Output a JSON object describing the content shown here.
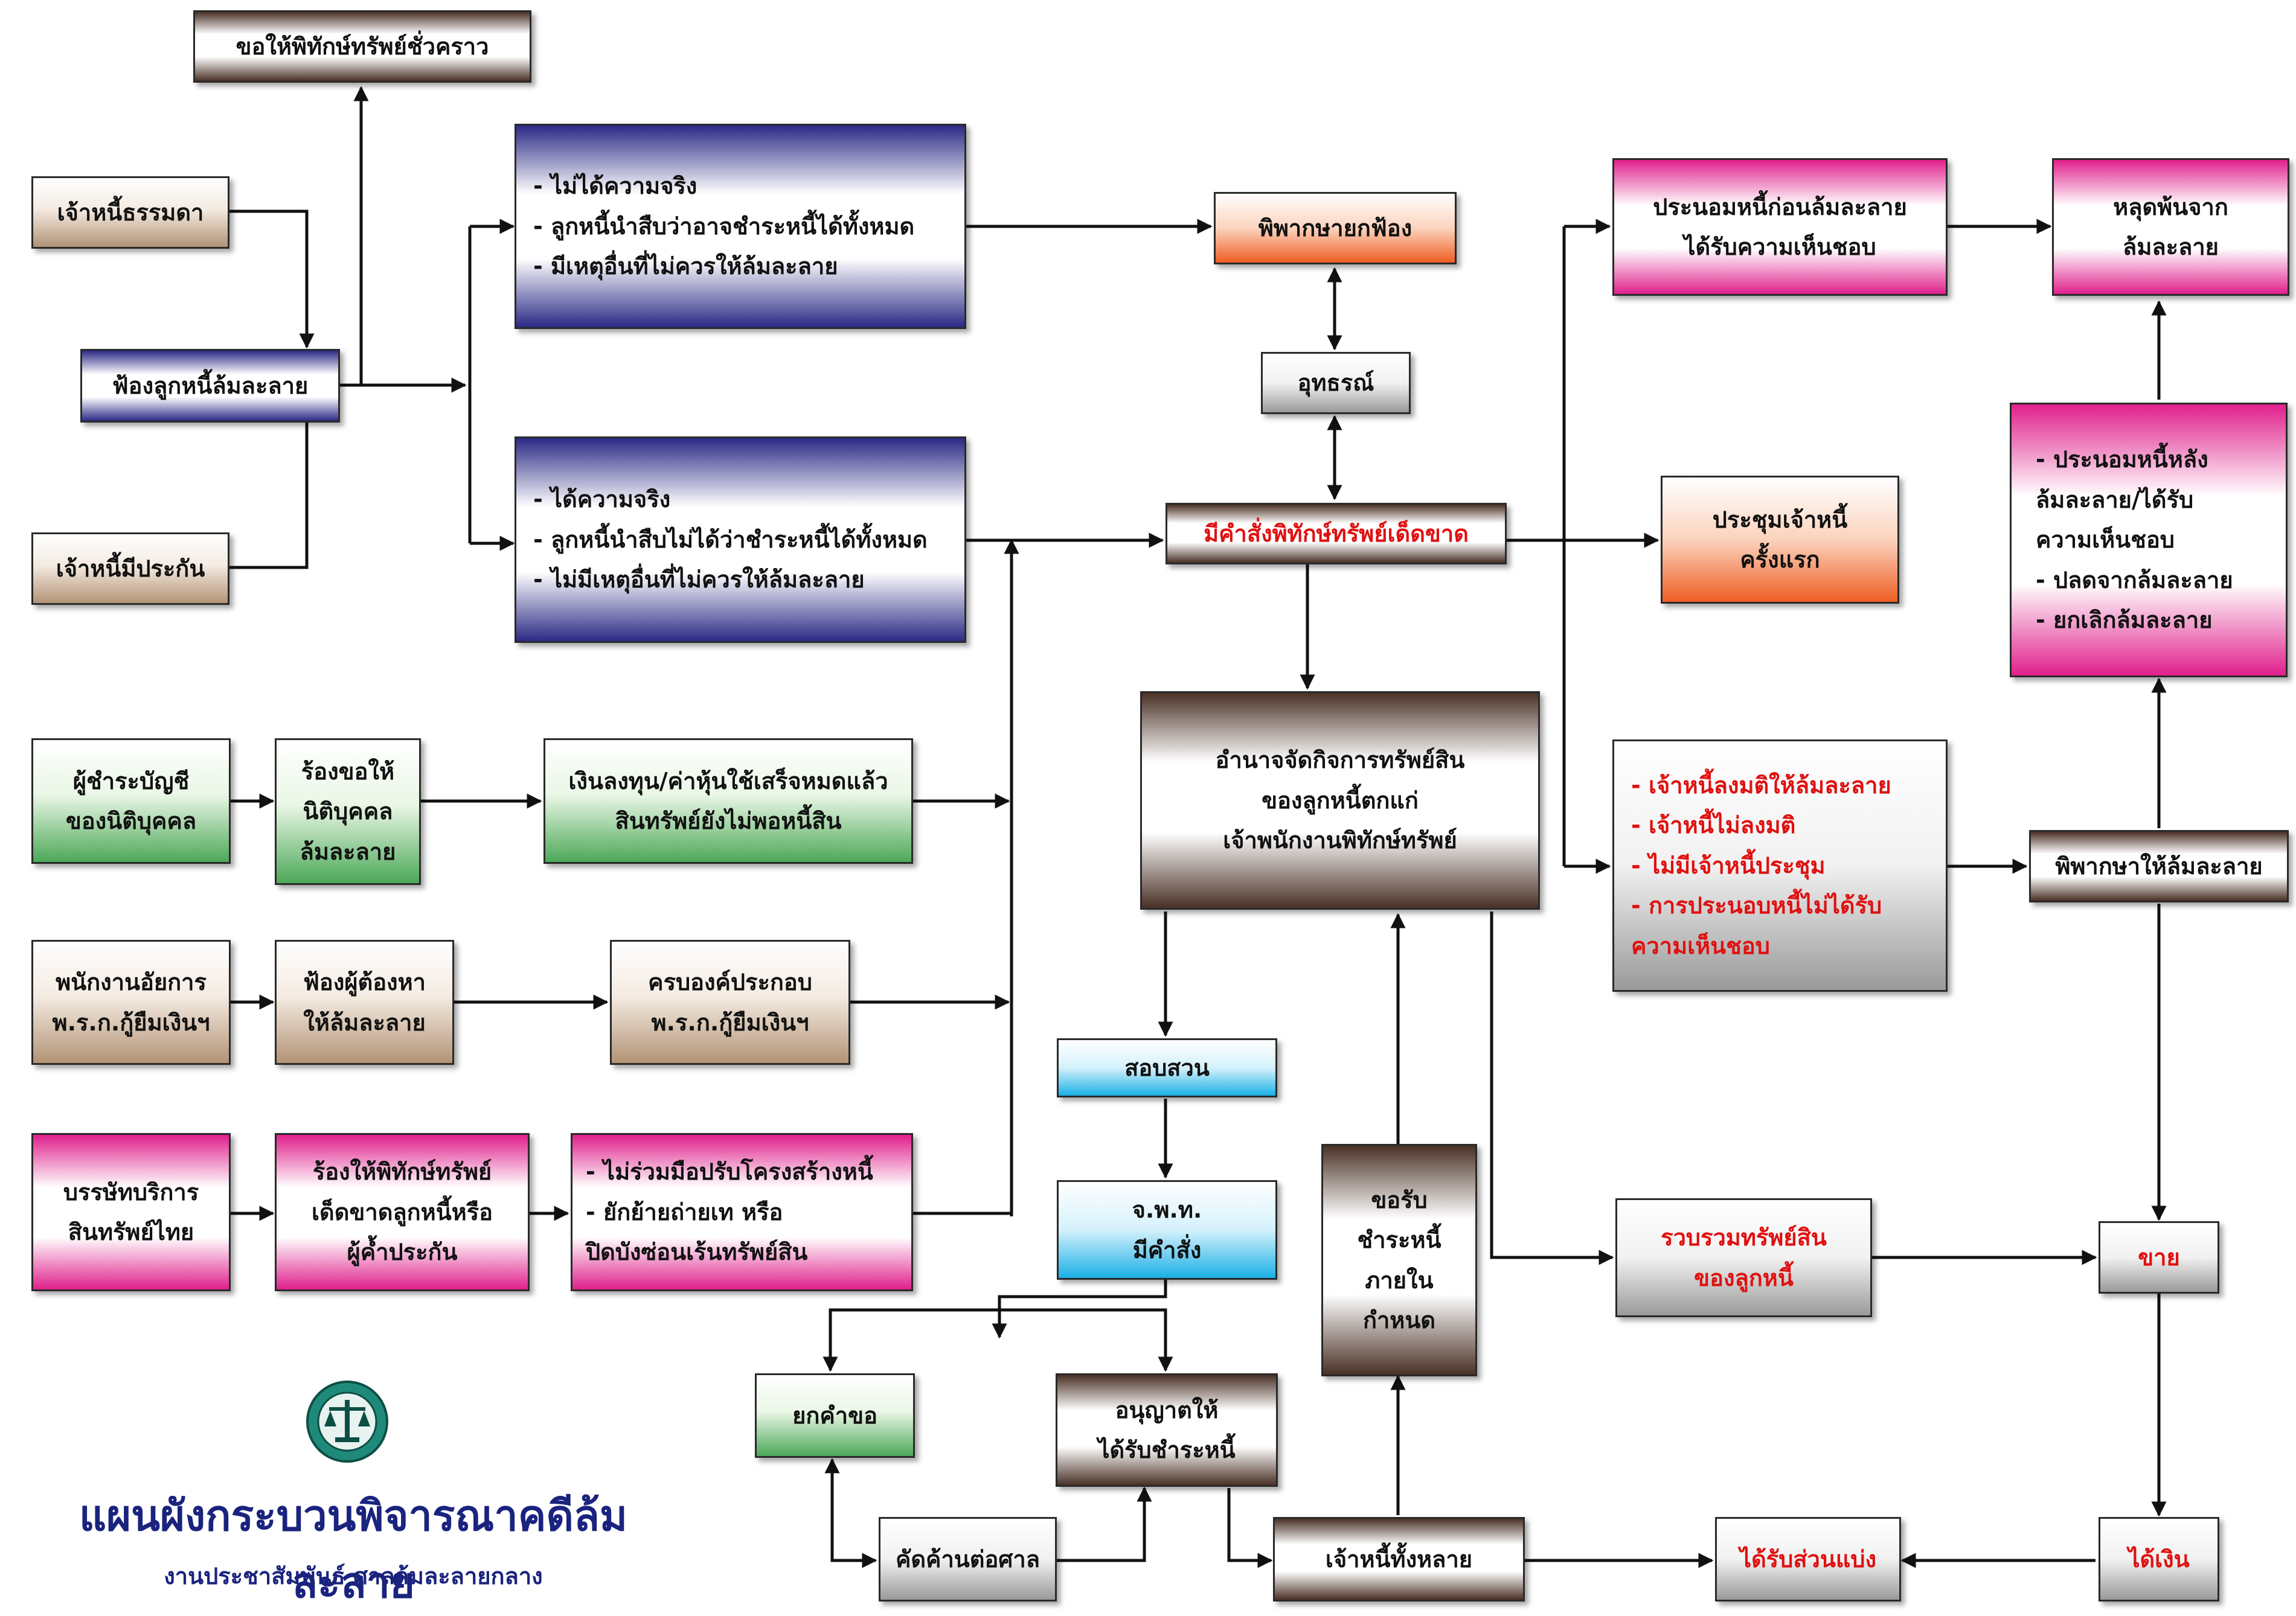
{
  "boxes": {
    "temp_receivership": "ขอให้พิทักษ์ทรัพย์ชั่วคราว",
    "ordinary_creditor": "เจ้าหนี้ธรรมดา",
    "sue_bankruptcy": "ฟ้องลูกหนี้ล้มละลาย",
    "secured_creditor": "เจ้าหนี้มีประกัน",
    "not_true": "- ไม่ได้ความจริง\n- ลูกหนี้นำสืบว่าอาจชำระหนี้ได้ทั้งหมด\n- มีเหตุอื่นที่ไม่ควรให้ล้มละลาย",
    "true": "- ได้ความจริง\n- ลูกหนี้นำสืบไม่ได้ว่าชำระหนี้ได้ทั้งหมด\n- ไม่มีเหตุอื่นที่ไม่ควรให้ล้มละลาย",
    "dismiss": "พิพากษายกฟ้อง",
    "appeal": "อุทธรณ์",
    "absolute_receivership": "มีคำสั่งพิทักษ์ทรัพย์เด็ดขาด",
    "first_meeting": "ประชุมเจ้าหนี้\nครั้งแรก",
    "composition_before": "ประนอมหนี้ก่อนล้มละลาย\nได้รับความเห็นชอบ",
    "released": "หลุดพ้นจาก\nล้มละลาย",
    "composition_after": "- ประนอมหนี้หลัง\n  ล้มละลาย/ได้รับ\n  ความเห็นชอบ\n- ปลดจากล้มละลาย\n- ยกเลิกล้มละลาย",
    "liquidator": "ผู้ชำระบัญชี\nของนิติบุคคล",
    "petition_juristic": "ร้องขอให้\nนิติบุคคล\nล้มละลาย",
    "capital_paid": "เงินลงทุน/ค่าหุ้นใช้เสร็จหมดแล้ว\nสินทรัพย์ยังไม่พอหนี้สิน",
    "power_to_manage": "อำนาจจัดกิจการทรัพย์สิน\nของลูกหนี้ตกแก่\nเจ้าพนักงานพิทักษ์ทรัพย์",
    "meeting_resolutions": "- เจ้าหนี้ลงมติให้ล้มละลาย\n- เจ้าหนี้ไม่ลงมติ\n- ไม่มีเจ้าหนี้ประชุม\n- การประนอบหนี้ไม่ได้รับ\n  ความเห็นชอบ",
    "adjudge_bankrupt": "พิพากษาให้ล้มละลาย",
    "public_prosecutor": "พนักงานอัยการ\nพ.ร.ก.กู้ยืมเงินฯ",
    "sue_accused": "ฟ้องผู้ต้องหา\nให้ล้มละลาย",
    "elements_complete": "ครบองค์ประกอบ\nพ.ร.ก.กู้ยืมเงินฯ",
    "investigate": "สอบสวน",
    "official_order": "จ.พ.ท.\nมีคำสั่ง",
    "claim_repayment": "ขอรับ\nชำระหนี้\nภายใน\nกำหนด",
    "collect_assets": "รวบรวมทรัพย์สิน\nของลูกหนี้",
    "sell": "ขาย",
    "asset_company": "บรรษัทบริการ\nสินทรัพย์ไทย",
    "petition_absolute": "ร้องให้พิทักษ์ทรัพย์\nเด็ดขาดลูกหนี้หรือ\nผู้ค้ำประกัน",
    "non_cooperation": "- ไม่ร่วมมือปรับโครงสร้างหนี้\n- ยักย้ายถ่ายเท หรือ\n  ปิดบังซ่อนเร้นทรัพย์สิน",
    "reject_claim": "ยกคำขอ",
    "allow_repayment": "อนุญาตให้\nได้รับชำระหนี้",
    "object_court": "คัดค้านต่อศาล",
    "all_creditors": "เจ้าหนี้ทั้งหลาย",
    "receive_share": "ได้รับส่วนแบ่ง",
    "get_money": "ได้เงิน"
  },
  "title": "แผนผังกระบวนพิจารณาคดีล้มละลาย",
  "subtitle": "งานประชาสัมพันธ์ ศาลล้มละลายกลาง",
  "colors": {
    "title": "#1a237e",
    "red_text": "#e01010",
    "arrow": "#111111"
  }
}
